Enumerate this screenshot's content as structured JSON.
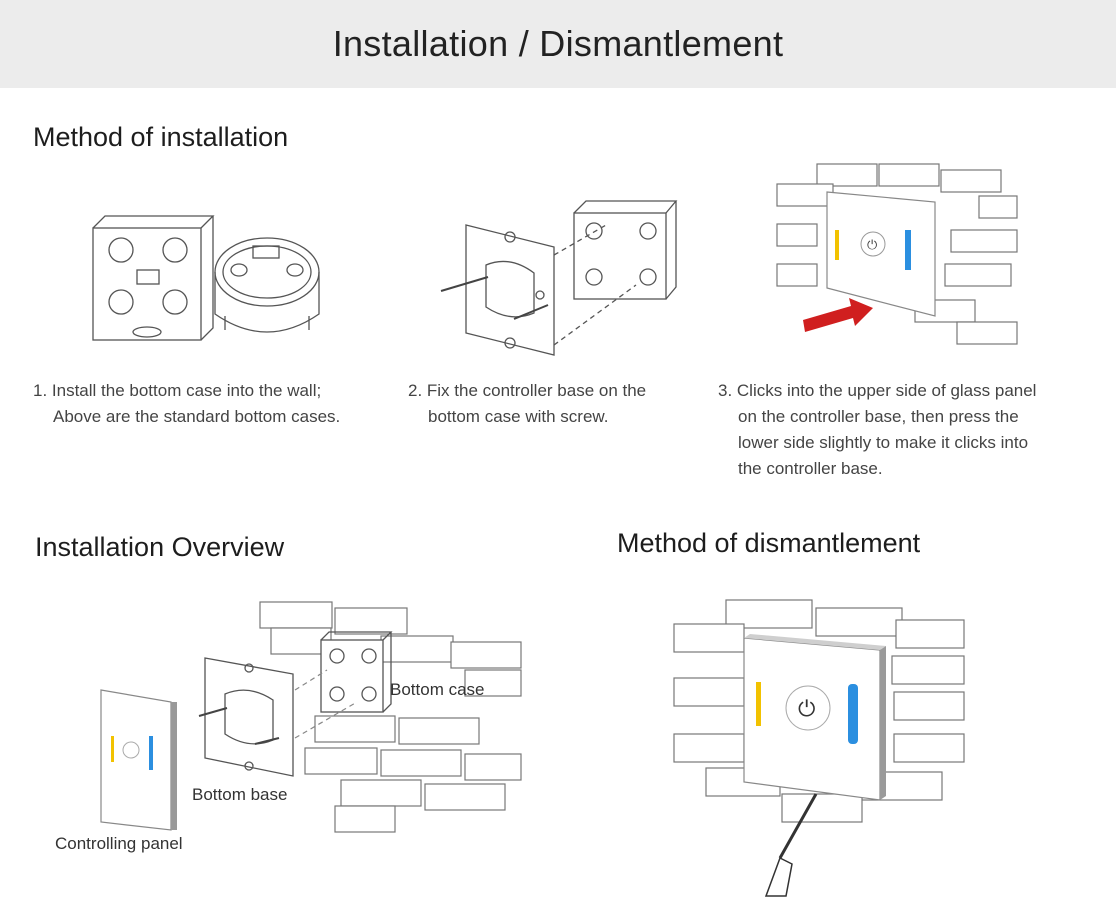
{
  "page": {
    "title": "Installation / Dismantlement"
  },
  "sections": {
    "installation_method": {
      "heading": "Method of installation",
      "steps": [
        {
          "lines": [
            "1. Install the bottom case into the wall;",
            "Above are the standard bottom cases."
          ]
        },
        {
          "lines": [
            "2. Fix the controller base on the",
            "bottom case with screw."
          ]
        },
        {
          "lines": [
            "3. Clicks into the upper side of glass panel",
            "on the controller base, then press the",
            "lower side slightly to make it clicks into",
            "the controller base."
          ]
        }
      ]
    },
    "installation_overview": {
      "heading": "Installation Overview",
      "labels": {
        "bottom_case": "Bottom case",
        "bottom_base": "Bottom base",
        "controlling_panel": "Controlling panel"
      }
    },
    "dismantlement_method": {
      "heading": "Method of dismantlement"
    }
  },
  "colors": {
    "title_bar": "#ececec",
    "arrow": "#d01f1f",
    "slider_blue": "#2b8fe0",
    "slider_warm": "#f2c200"
  },
  "icons": [
    "power-icon",
    "red-arrow-icon",
    "screwdriver-icon",
    "screw-icon"
  ]
}
